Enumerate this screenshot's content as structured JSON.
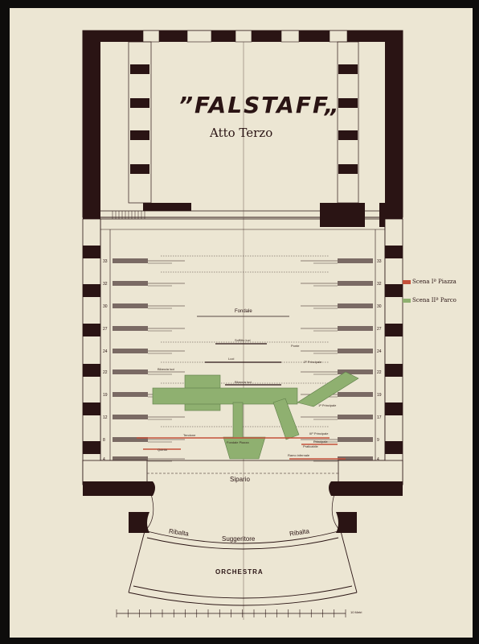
{
  "title": "”FALSTAFF„",
  "subtitle": "Atto Terzo",
  "legend": [
    {
      "label": "Scena Iª Piazza",
      "color": "#c4503a"
    },
    {
      "label": "Scena IIª Parco",
      "color": "#8fb070"
    }
  ],
  "stage_labels": {
    "sipario": "Sipario",
    "ribalta": "Ribalta",
    "suggeritore": "Suggeritore",
    "orchestra": "ORCHESTRA",
    "fondale": "Fondale",
    "scale_unit": "10 Metri"
  },
  "small_labels": [
    "Soffitto luci",
    "Ponte",
    "Luci",
    "2º Principale",
    "Bilancia luci",
    "Bilancia luci",
    "1ª Principale",
    "IIIº Principale",
    "Praticabile",
    "Principale",
    "Tendone",
    "Fondale Piazza",
    "Ramo infernale",
    "Quinta"
  ],
  "left_numbers": [
    "33",
    "32",
    "30",
    "27",
    "24",
    "22",
    "19",
    "12",
    "8",
    "4"
  ],
  "right_numbers": [
    "33",
    "32",
    "30",
    "27",
    "24",
    "22",
    "19",
    "17",
    "9",
    "4"
  ],
  "colors": {
    "paper": "#ece6d3",
    "ink": "#2a1414",
    "red": "#c4503a",
    "green": "#8fb070"
  }
}
